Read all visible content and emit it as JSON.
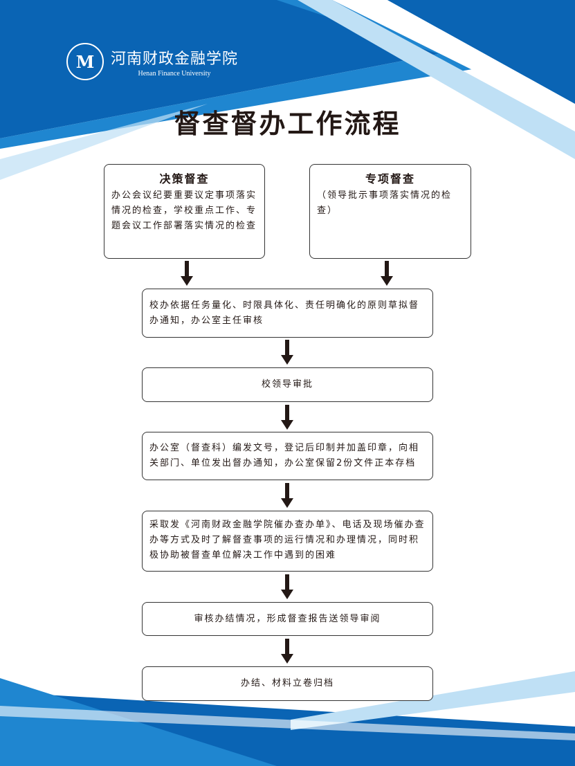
{
  "logo": {
    "seal": "M",
    "name_cn": "河南财政金融学院",
    "name_en": "Henan Finance University"
  },
  "title": "督查督办工作流程",
  "top_boxes": [
    {
      "title": "决策督查",
      "text": "办公会议纪要重要议定事项落实情况的检查，学校重点工作、专题会议工作部署落实情况的检查"
    },
    {
      "title": "专项督查",
      "text": "（领导批示事项落实情况的检查）"
    }
  ],
  "steps": [
    "校办依据任务量化、时限具体化、责任明确化的原则草拟督办通知，办公室主任审核",
    "校领导审批",
    "办公室（督查科）编发文号，登记后印制并加盖印章，向相关部门、单位发出督办通知，办公室保留2份文件正本存档",
    "采取发《河南财政金融学院催办查办单》、电话及现场催办查办等方式及时了解督查事项的运行情况和办理情况，同时积极协助被督查单位解决工作中遇到的困难",
    "审核办结情况，形成督查报告送领导审阅",
    "办结、材料立卷归档"
  ],
  "colors": {
    "blue": "#0a64b4",
    "light": "#bfe0f5",
    "text": "#231815"
  }
}
